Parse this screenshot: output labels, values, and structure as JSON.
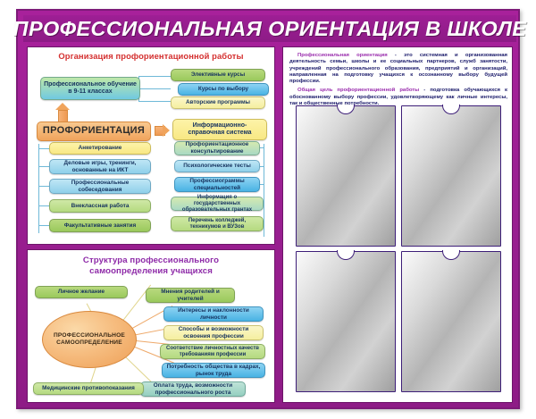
{
  "poster": {
    "title": "ПРОФЕССИОНАЛЬНАЯ ОРИЕНТАЦИЯ В ШКОЛЕ",
    "accent_color": "#a7219a",
    "frame_color": "#6d1569",
    "title_color": "#ffffff"
  },
  "section_org": {
    "heading": "Организация профориентационной работы",
    "heading_color": "#d42f2f",
    "node_training": "Профессиональное обучение в 9-11 классах",
    "node_main": "ПРОФОРИЕНТАЦИЯ",
    "node_info": "Информационно-справочная система",
    "training_branches": [
      {
        "label": "Элективные курсы",
        "style": "g1"
      },
      {
        "label": "Курсы по выбору",
        "style": "b1"
      },
      {
        "label": "Авторские программы",
        "style": "y2"
      }
    ],
    "left_branches": [
      {
        "label": "Анкетирование",
        "style": "y1"
      },
      {
        "label": "Деловые игры, тренинги, основанные на ИКТ",
        "style": "b2"
      },
      {
        "label": "Профессиональные собеседования",
        "style": "b2"
      },
      {
        "label": "Внеклассная работа",
        "style": "g2"
      },
      {
        "label": "Факультативные занятия",
        "style": "g1"
      }
    ],
    "right_branches": [
      {
        "label": "Профориентационное консультирование",
        "style": "gb"
      },
      {
        "label": "Психологические тесты",
        "style": "b2"
      },
      {
        "label": "Профессиограммы специальностей",
        "style": "b1"
      },
      {
        "label": "Информация о государственных образовательных грантах",
        "style": "gb"
      },
      {
        "label": "Перечень колледжей, техникумов и ВУЗов",
        "style": "g2"
      }
    ]
  },
  "section_structure": {
    "heading_line1": "Структура профессионального",
    "heading_line2": "самоопределения учащихся",
    "heading_color": "#8e2aa8",
    "center": "ПРОФЕССИОНАЛЬНОЕ САМООПРЕДЕЛЕНИЕ",
    "factors": [
      {
        "label": "Личное желание",
        "style": "g1"
      },
      {
        "label": "Мнения родителей и учителей",
        "style": "g1"
      },
      {
        "label": "Интересы и наклонности личности",
        "style": "b1"
      },
      {
        "label": "Способы и возможности освоения профессии",
        "style": "y2"
      },
      {
        "label": "Соответствие личностных качеств требованиям профессии",
        "style": "g2"
      },
      {
        "label": "Потребность общества в кадрах, рынок труда",
        "style": "b1"
      },
      {
        "label": "Оплата труда, возможности профессионального роста",
        "style": "teal"
      },
      {
        "label": "Медицинские противопоказания",
        "style": "g2"
      }
    ]
  },
  "section_definition": {
    "paragraph1_lead": "Профессиональная ориентация",
    "paragraph1_rest": " - это системная и организованная деятельность семьи, школы и ее социальных партнеров, служб занятости, учреждений профессионального образования, предприятий и организаций, направленная на подготовку учащихся к осознанному выбору будущей профессии.",
    "paragraph2_lead": "Общая цель профориентационной работы",
    "paragraph2_rest": " - подготовка обучающихся к обоснованному выбору профессии, удовлетворяющему как личные интересы, так и общественные потребности.",
    "pockets": [
      {
        "name": "pocket-1"
      },
      {
        "name": "pocket-2"
      },
      {
        "name": "pocket-3"
      },
      {
        "name": "pocket-4"
      }
    ]
  }
}
